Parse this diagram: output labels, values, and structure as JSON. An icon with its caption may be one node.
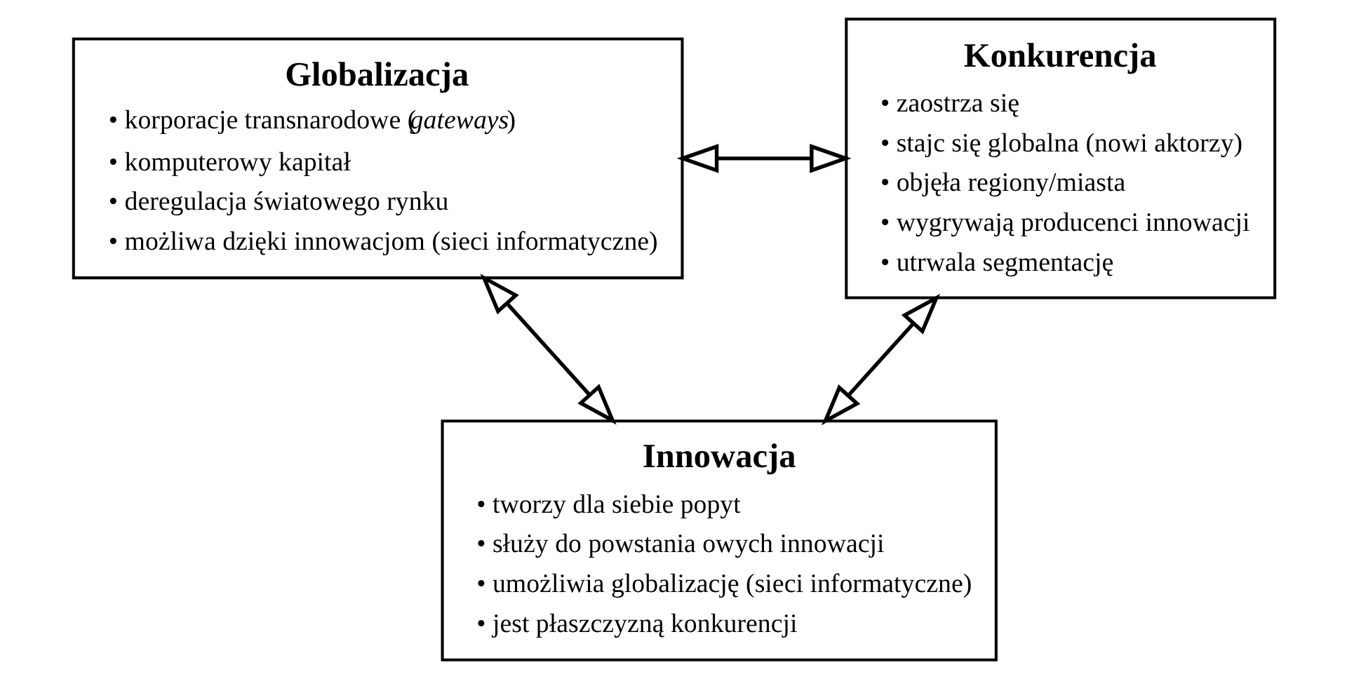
{
  "diagram": {
    "nodes": [
      {
        "text": [
          "Globalizacja",
          "• korporacje transnarodowe (*gateways*)",
          "• komputerowy kapitał",
          "• deregulacja światowego rynku",
          "• możliwa dzięki innowacjom (sieci informatyczne)"
        ]
      },
      {
        "text": [
          "Konkurencja",
          "• zaostrza się",
          "• stajc się globalna (nowi aktorzy)",
          "• objęła regiony/miasta",
          "• wygrywają producenci innowacji",
          "• utrwala segmentację"
        ]
      },
      {
        "text": [
          "Innowacja",
          "• tworzy dla siebie popyt",
          "• służy do powstania owych innowacji",
          "• umożliwia globalizację (sieci informatyczne)",
          "• jest płaszczyzną konkurencji"
        ]
      }
    ],
    "edges": [
      {
        "from": 0,
        "to": 1,
        "arrow": "both"
      },
      {
        "from": 0,
        "to": 2,
        "arrow": "both"
      },
      {
        "from": 1,
        "to": 2,
        "arrow": "both"
      }
    ]
  }
}
